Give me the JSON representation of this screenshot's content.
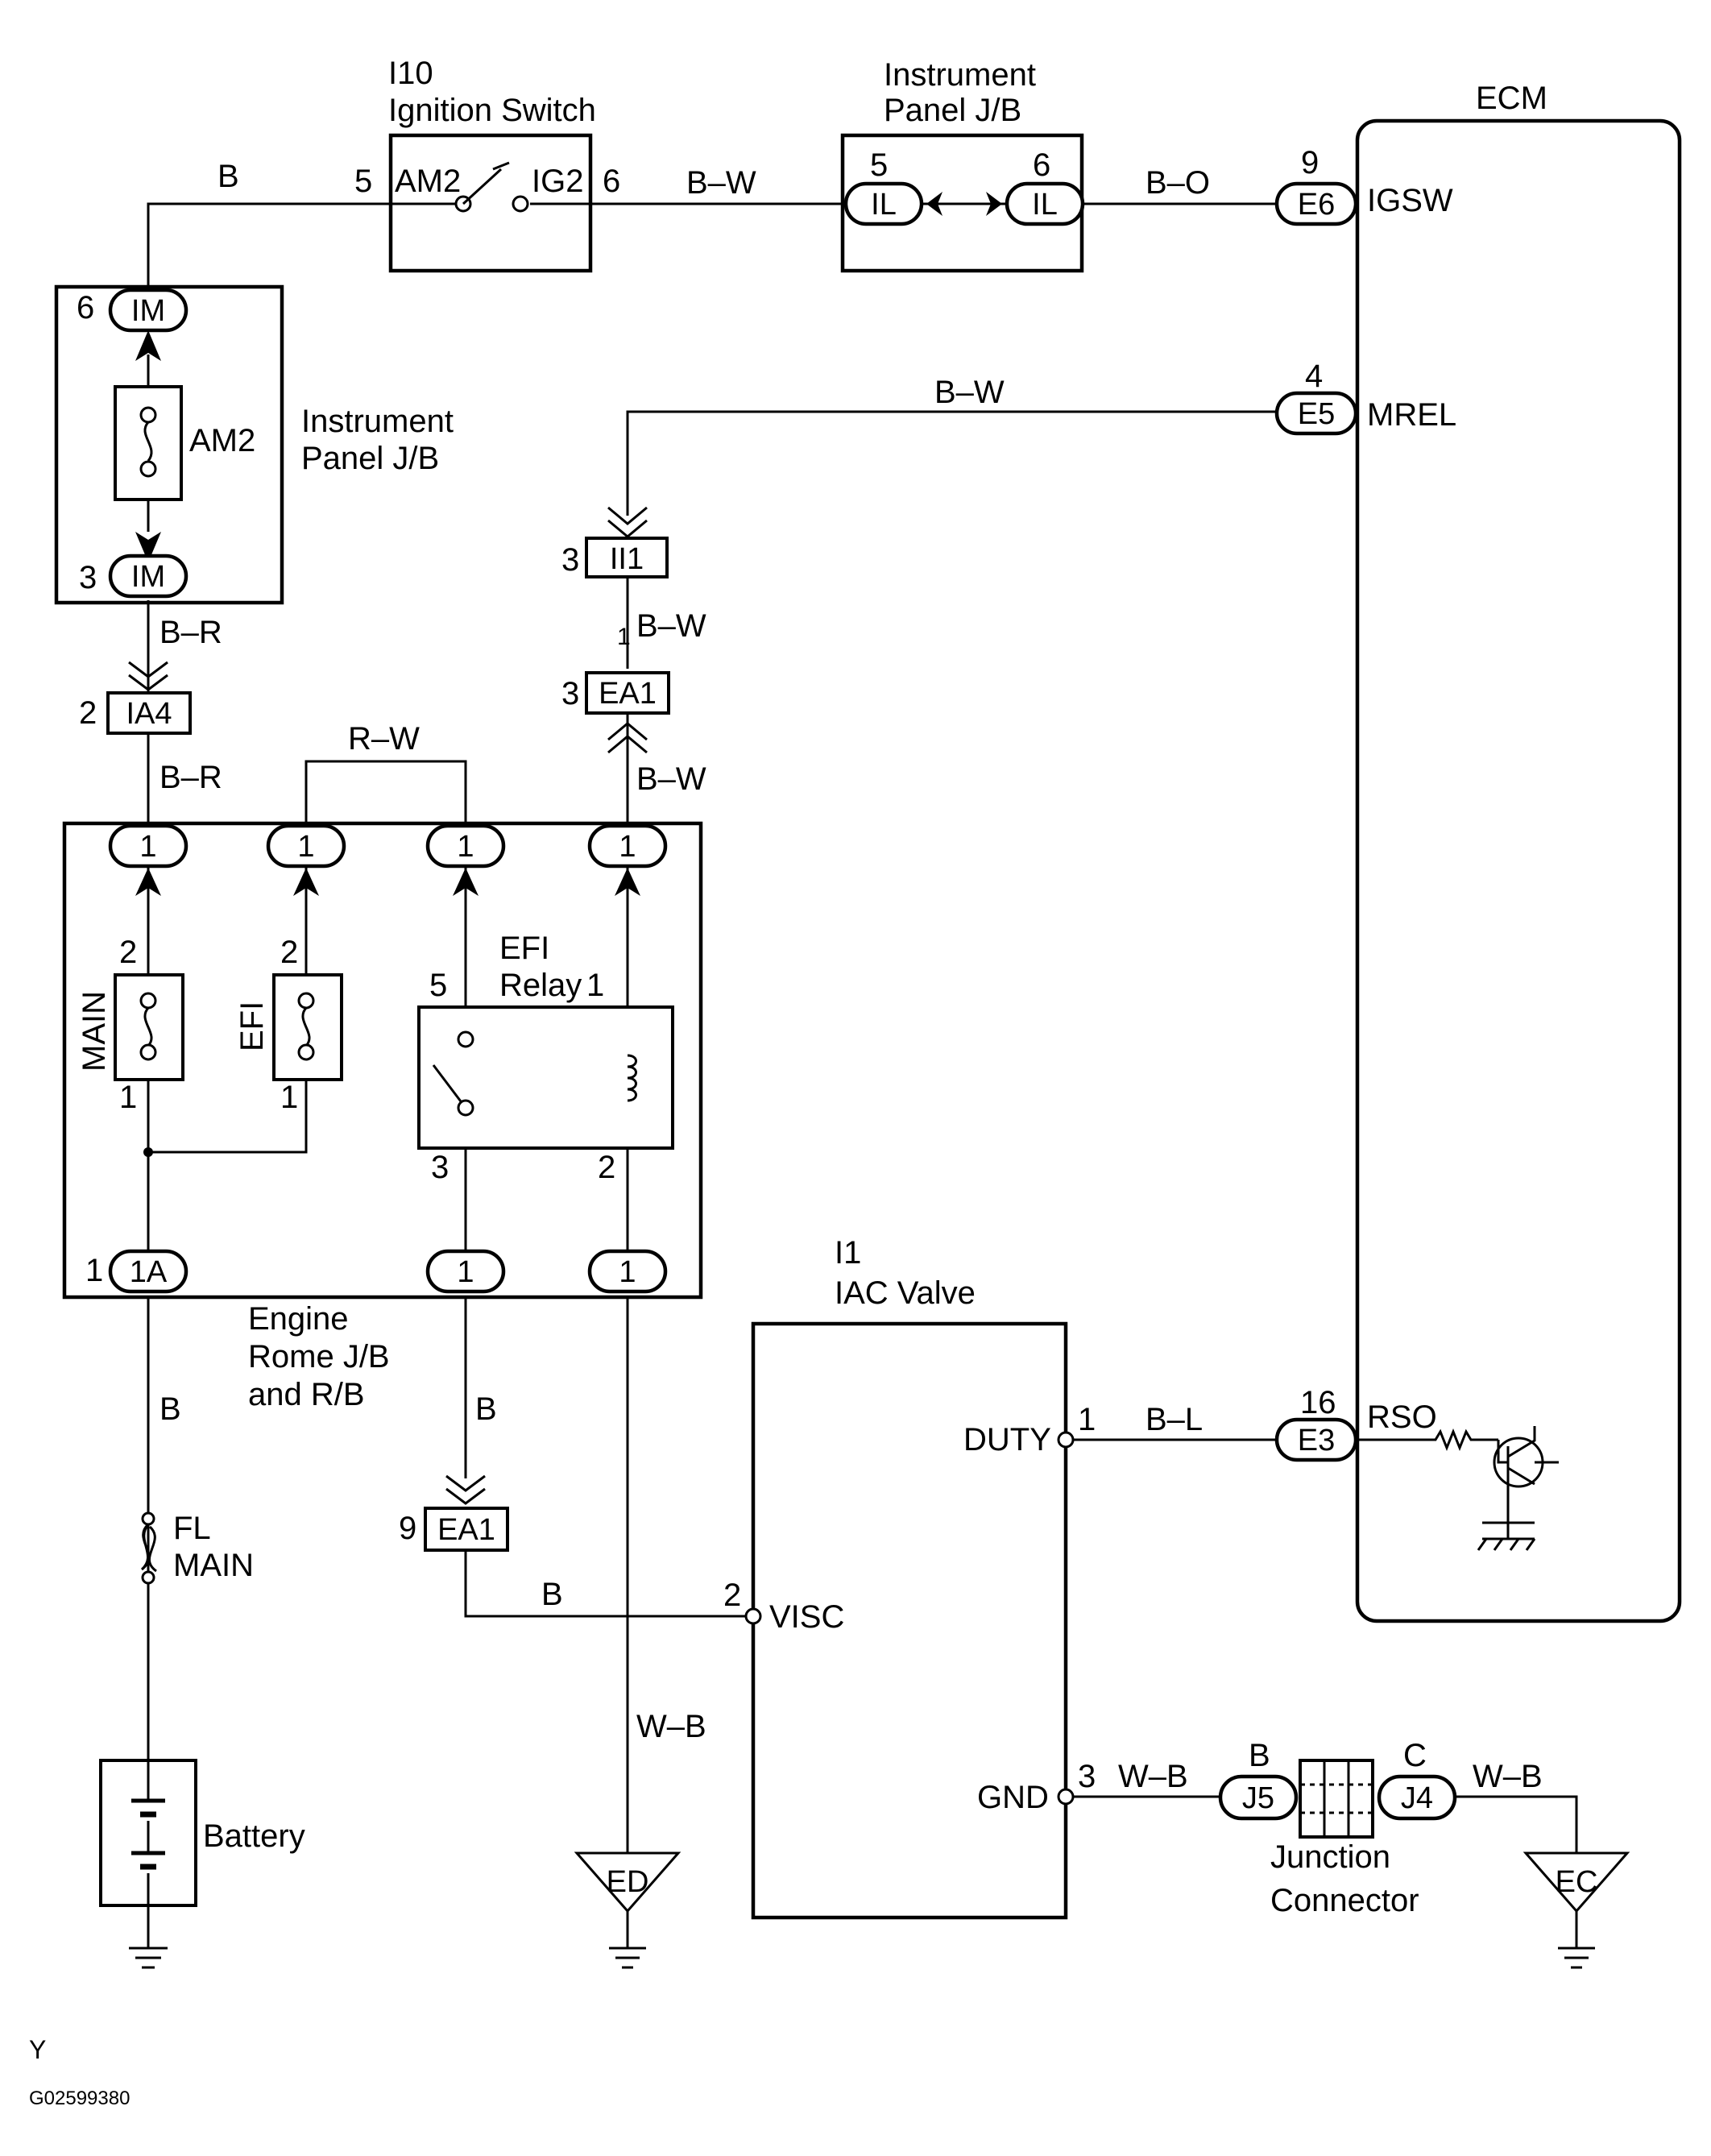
{
  "title": "",
  "components": {
    "ignition_switch": {
      "id": "I10",
      "name": "Ignition Switch",
      "pin_in": "5",
      "pin_out": "6",
      "term_in": "AM2",
      "term_out": "IG2"
    },
    "ip_jb_top": {
      "name_l1": "Instrument",
      "name_l2": "Panel J/B",
      "pin_a": "5",
      "pin_b": "6",
      "conn_a": "IL",
      "conn_b": "IL"
    },
    "ecm": {
      "name": "ECM",
      "pins": [
        {
          "num": "9",
          "conn": "E6",
          "term": "IGSW"
        },
        {
          "num": "4",
          "conn": "E5",
          "term": "MREL"
        },
        {
          "num": "16",
          "conn": "E3",
          "term": "RSO"
        }
      ]
    },
    "ip_jb_left": {
      "name_l1": "Instrument",
      "name_l2": "Panel J/B",
      "fuse": "AM2",
      "pin_top": "6",
      "pin_bottom": "3",
      "conn_top": "IM",
      "conn_bottom": "IM"
    },
    "engine_jb": {
      "name_l1": "Engine",
      "name_l2": "Rome J/B",
      "name_l3": "and R/B",
      "top_pins": [
        "1",
        "1",
        "1",
        "1"
      ],
      "bottom_pins": [
        "1A",
        "1",
        "1"
      ],
      "bottom_pin_num": "1",
      "fuse_main": "MAIN",
      "fuse_efi": "EFI",
      "fuse_pin_top": "2",
      "fuse_pin_bottom": "1",
      "relay_l1": "EFI",
      "relay_l2": "Relay",
      "relay_pins": {
        "p5": "5",
        "p1": "1",
        "p3": "3",
        "p2": "2"
      }
    },
    "iac_valve": {
      "id": "I1",
      "name": "IAC Valve",
      "duty": "DUTY",
      "duty_pin": "1",
      "visc": "VISC",
      "visc_pin": "2",
      "gnd": "GND",
      "gnd_pin": "3"
    },
    "junction_connector": {
      "name_l1": "Junction",
      "name_l2": "Connector",
      "left_conn": "J5",
      "right_conn": "J4",
      "left_tag": "B",
      "right_tag": "C"
    },
    "battery": {
      "name": "Battery"
    },
    "fusible_link": {
      "l1": "FL",
      "l2": "MAIN"
    }
  },
  "connectors": {
    "IA4": {
      "name": "IA4",
      "pin": "2"
    },
    "II1": {
      "name": "II1",
      "pin": "3"
    },
    "EA1_top": {
      "name": "EA1",
      "pin": "3",
      "pin_above": "1"
    },
    "EA1_low": {
      "name": "EA1",
      "pin": "9"
    }
  },
  "wire_colors": {
    "b_top": "B",
    "bw_top": "B–W",
    "bo": "B–O",
    "bw_mrel": "B–W",
    "br_1": "B–R",
    "br_2": "B–R",
    "bw_ii1": "B–W",
    "bw_ea1": "B–W",
    "rw": "R–W",
    "b_main": "B",
    "b_relay": "B",
    "b_visc": "B",
    "wb_ed": "W–B",
    "bl": "B–L",
    "wb_gnd": "W–B",
    "wb_ec": "W–B"
  },
  "grounds": [
    "ED",
    "EC"
  ],
  "footer": {
    "code": "Y",
    "figure_id": "G02599380"
  }
}
